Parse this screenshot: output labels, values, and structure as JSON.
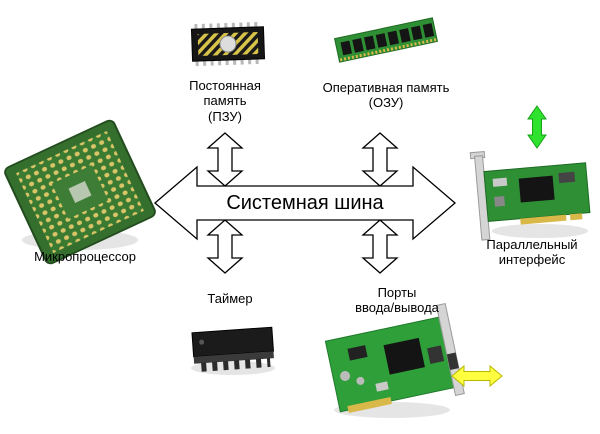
{
  "bus": {
    "label": "Системная шина"
  },
  "components": {
    "cpu": {
      "label": "Микропроцессор",
      "image": "cpu-chip-photo"
    },
    "rom": {
      "lines": [
        "Постоянная",
        "память",
        "(ПЗУ)"
      ],
      "image": "eprom-chip-photo"
    },
    "ram": {
      "lines": [
        "Оперативная память",
        "(ОЗУ)"
      ],
      "image": "ram-module-photo"
    },
    "parallel": {
      "lines": [
        "Параллельный",
        "интерфейс"
      ],
      "image": "pci-card-photo"
    },
    "timer": {
      "label": "Таймер",
      "image": "dip-chip-photo"
    },
    "io_ports": {
      "lines": [
        "Порты",
        "ввода/вывода"
      ],
      "image": "network-card-photo"
    }
  },
  "colors": {
    "arrow_fill": "#ffffff",
    "arrow_outline": "#000000",
    "green_arrow": "#2ee22e",
    "green_arrow_outline": "#15a015",
    "yellow_arrow": "#ffff40",
    "yellow_arrow_outline": "#b8b800",
    "pcb_green": "#2f8f34",
    "text": "#000000"
  }
}
